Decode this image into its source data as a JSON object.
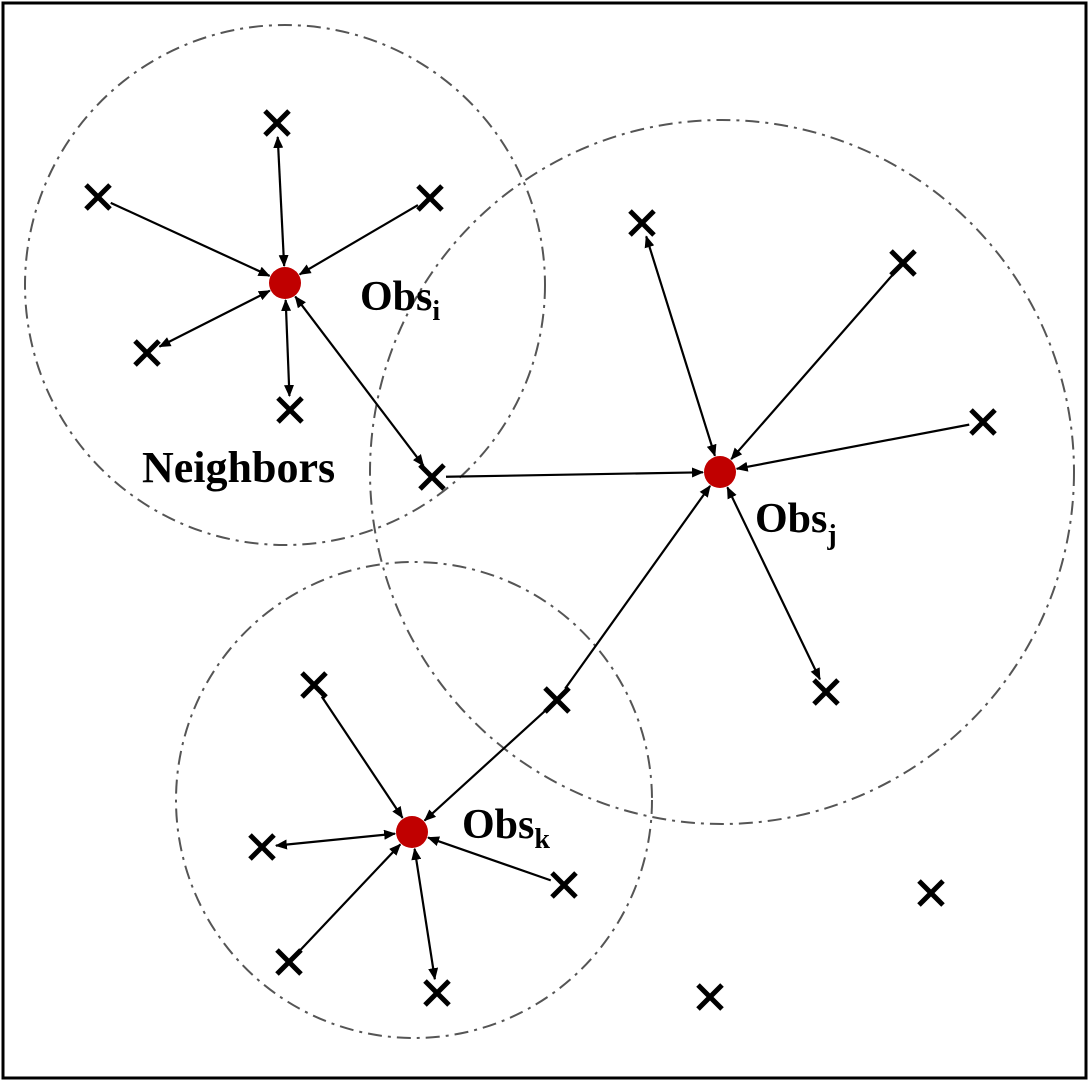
{
  "colors": {
    "background": "#ffffff",
    "border": "#000000",
    "line": "#000000",
    "observation": "#c00000",
    "neighborhood_circle": "#555555"
  },
  "labels": {
    "neighbors": "Neighbors",
    "obs_prefix": "Obs",
    "obs_i_sub": "i",
    "obs_j_sub": "j",
    "obs_k_sub": "k"
  },
  "icons": {
    "observation": "filled-circle",
    "neighbor": "cross-mark"
  }
}
